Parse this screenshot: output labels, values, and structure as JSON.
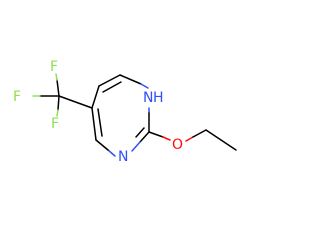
{
  "molecule": {
    "atoms": {
      "n1_label": "N",
      "n1_h_label": "H",
      "n3_label": "N",
      "o_label": "O",
      "f_top_label": "F",
      "f_left_label": "F",
      "f_bottom_label": "F"
    },
    "colors": {
      "carbon": "#000000",
      "nitrogen": "#3050f8",
      "oxygen": "#ff0d0d",
      "fluorine": "#90e050"
    }
  }
}
